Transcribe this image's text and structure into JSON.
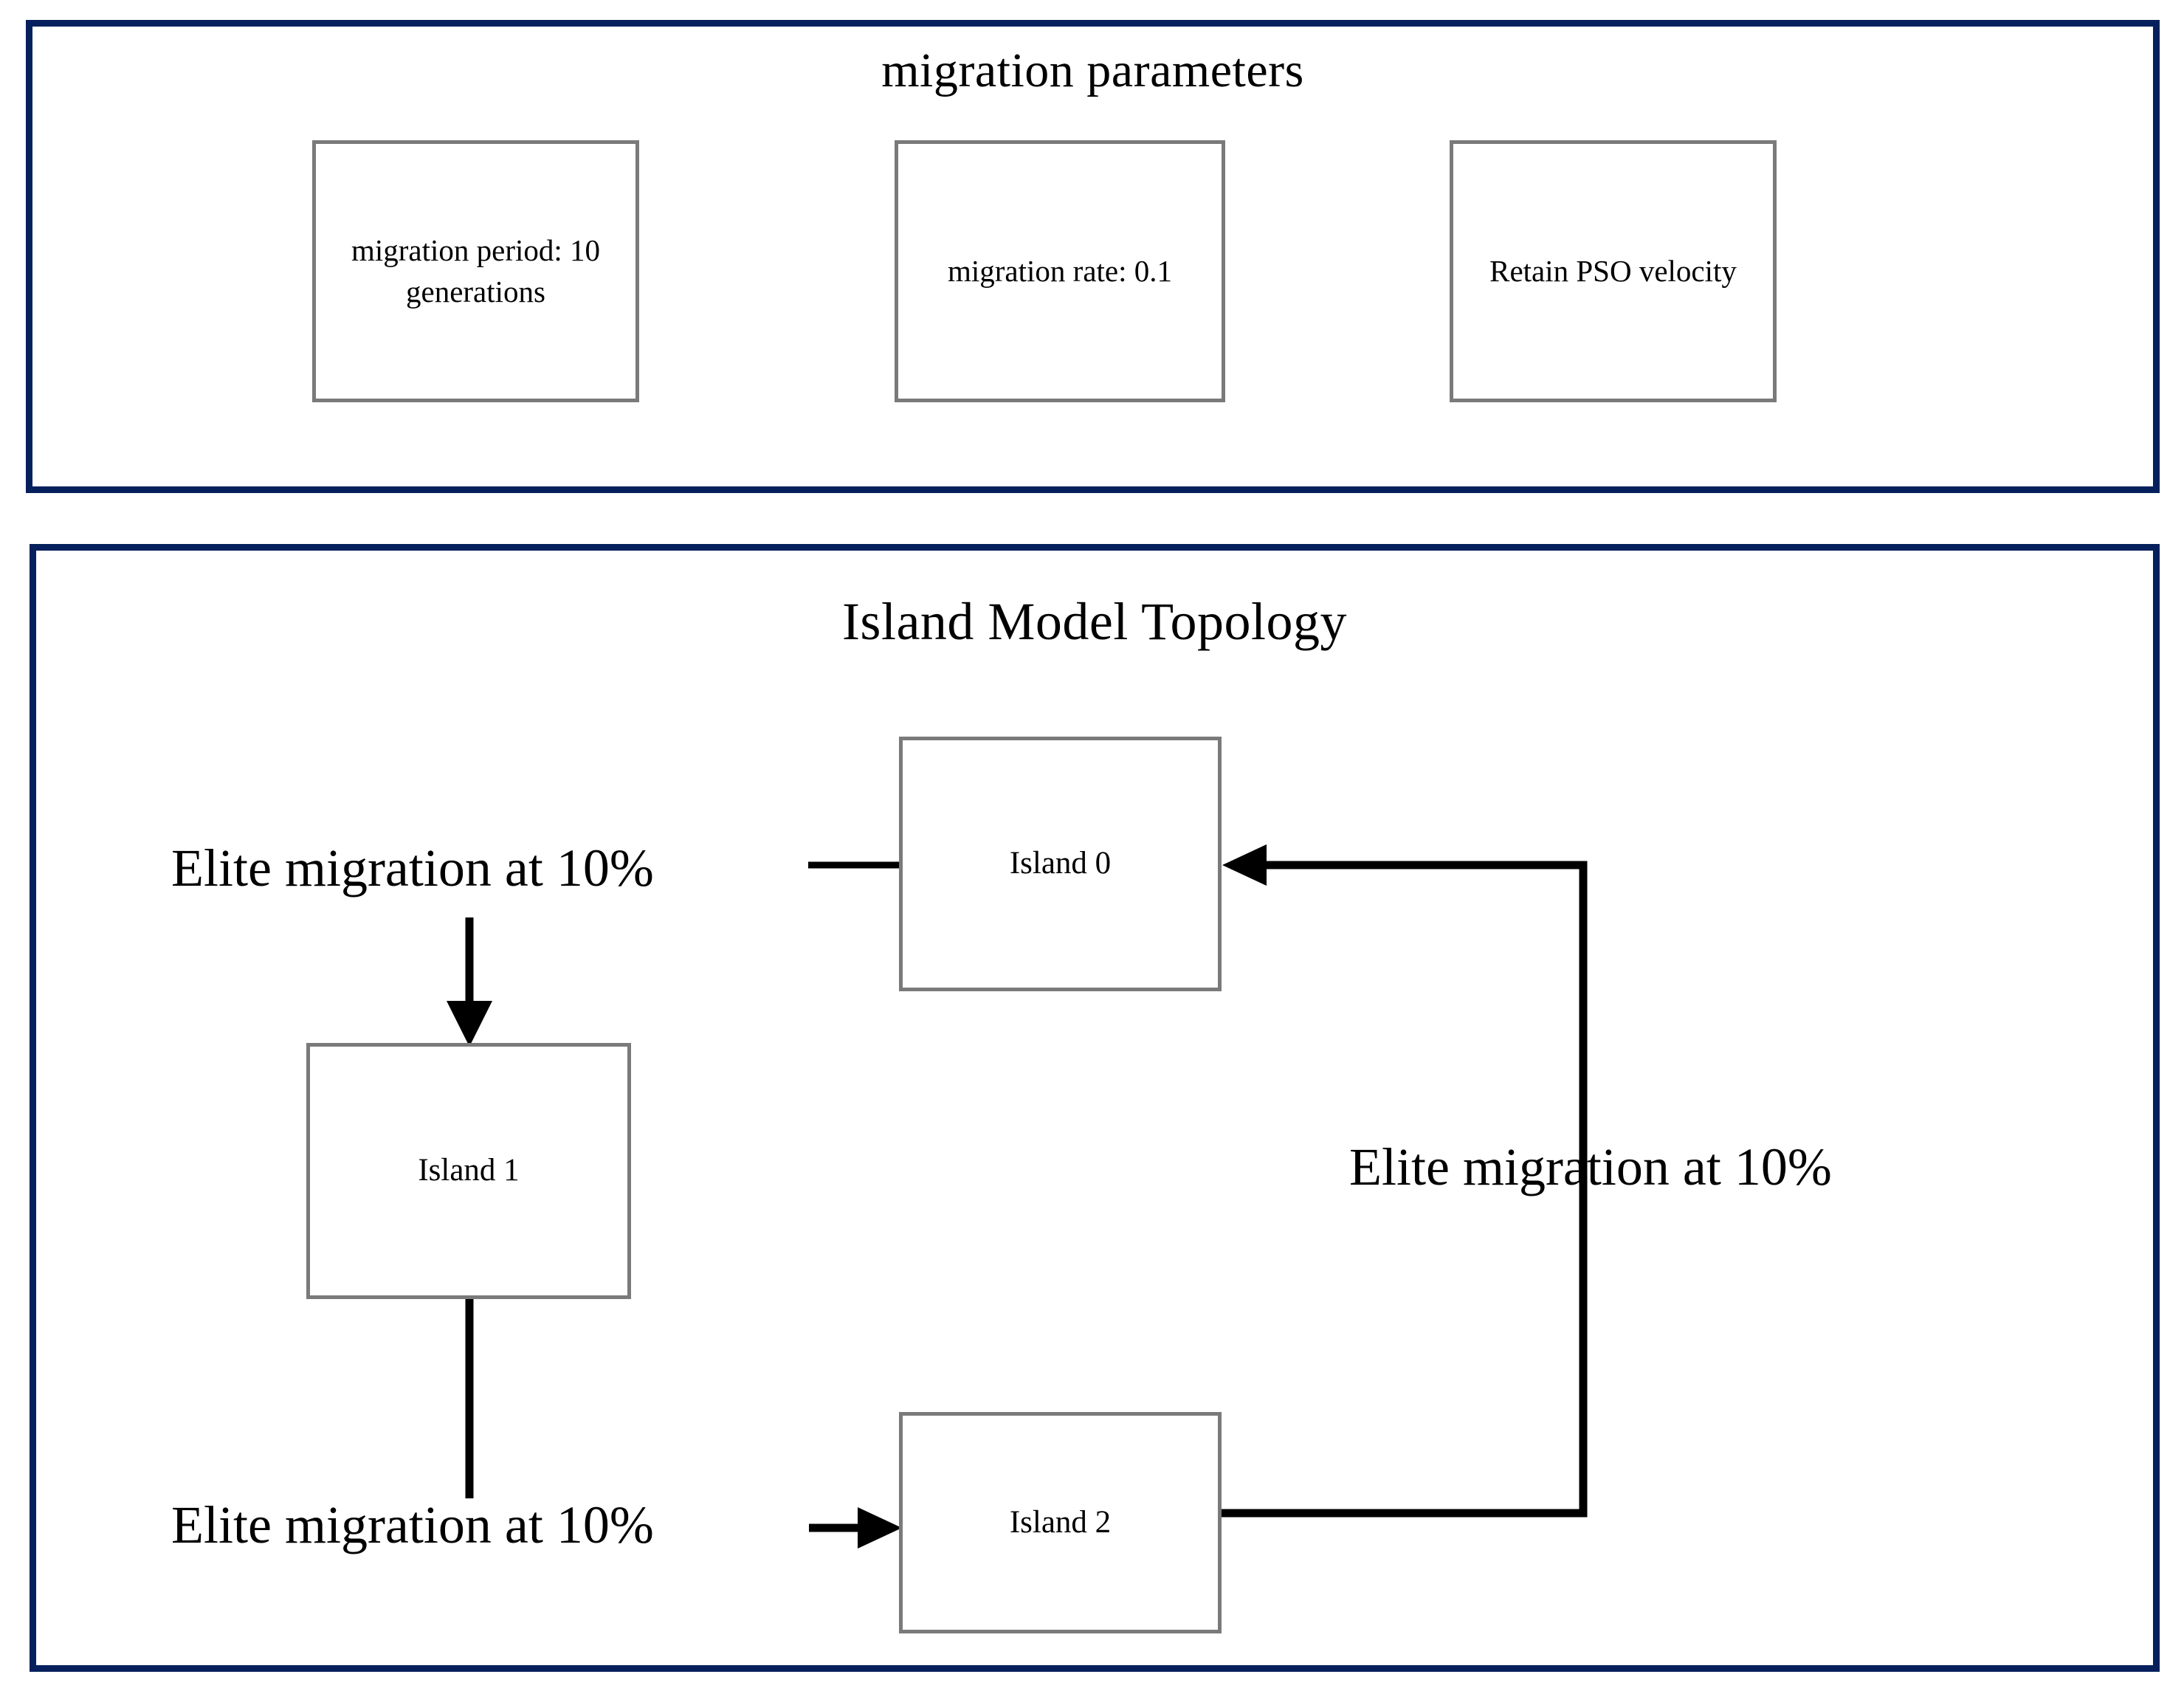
{
  "panels": {
    "parameters": {
      "title": "migration parameters",
      "border_color": "#05205c",
      "boxes": [
        {
          "text": "migration period: 10 generations"
        },
        {
          "text": "migration rate: 0.1"
        },
        {
          "text": "Retain PSO velocity"
        }
      ]
    },
    "topology": {
      "title": "Island Model Topology",
      "border_color": "#05205c",
      "box_border_color": "#7a7a7a",
      "islands": [
        {
          "label": "Island 0"
        },
        {
          "label": "Island 1"
        },
        {
          "label": "Island 2"
        }
      ],
      "edge_labels": [
        {
          "text": "Elite migration at 10%"
        },
        {
          "text": "Elite migration at 10%"
        },
        {
          "text": "Elite migration at 10%"
        }
      ]
    }
  }
}
